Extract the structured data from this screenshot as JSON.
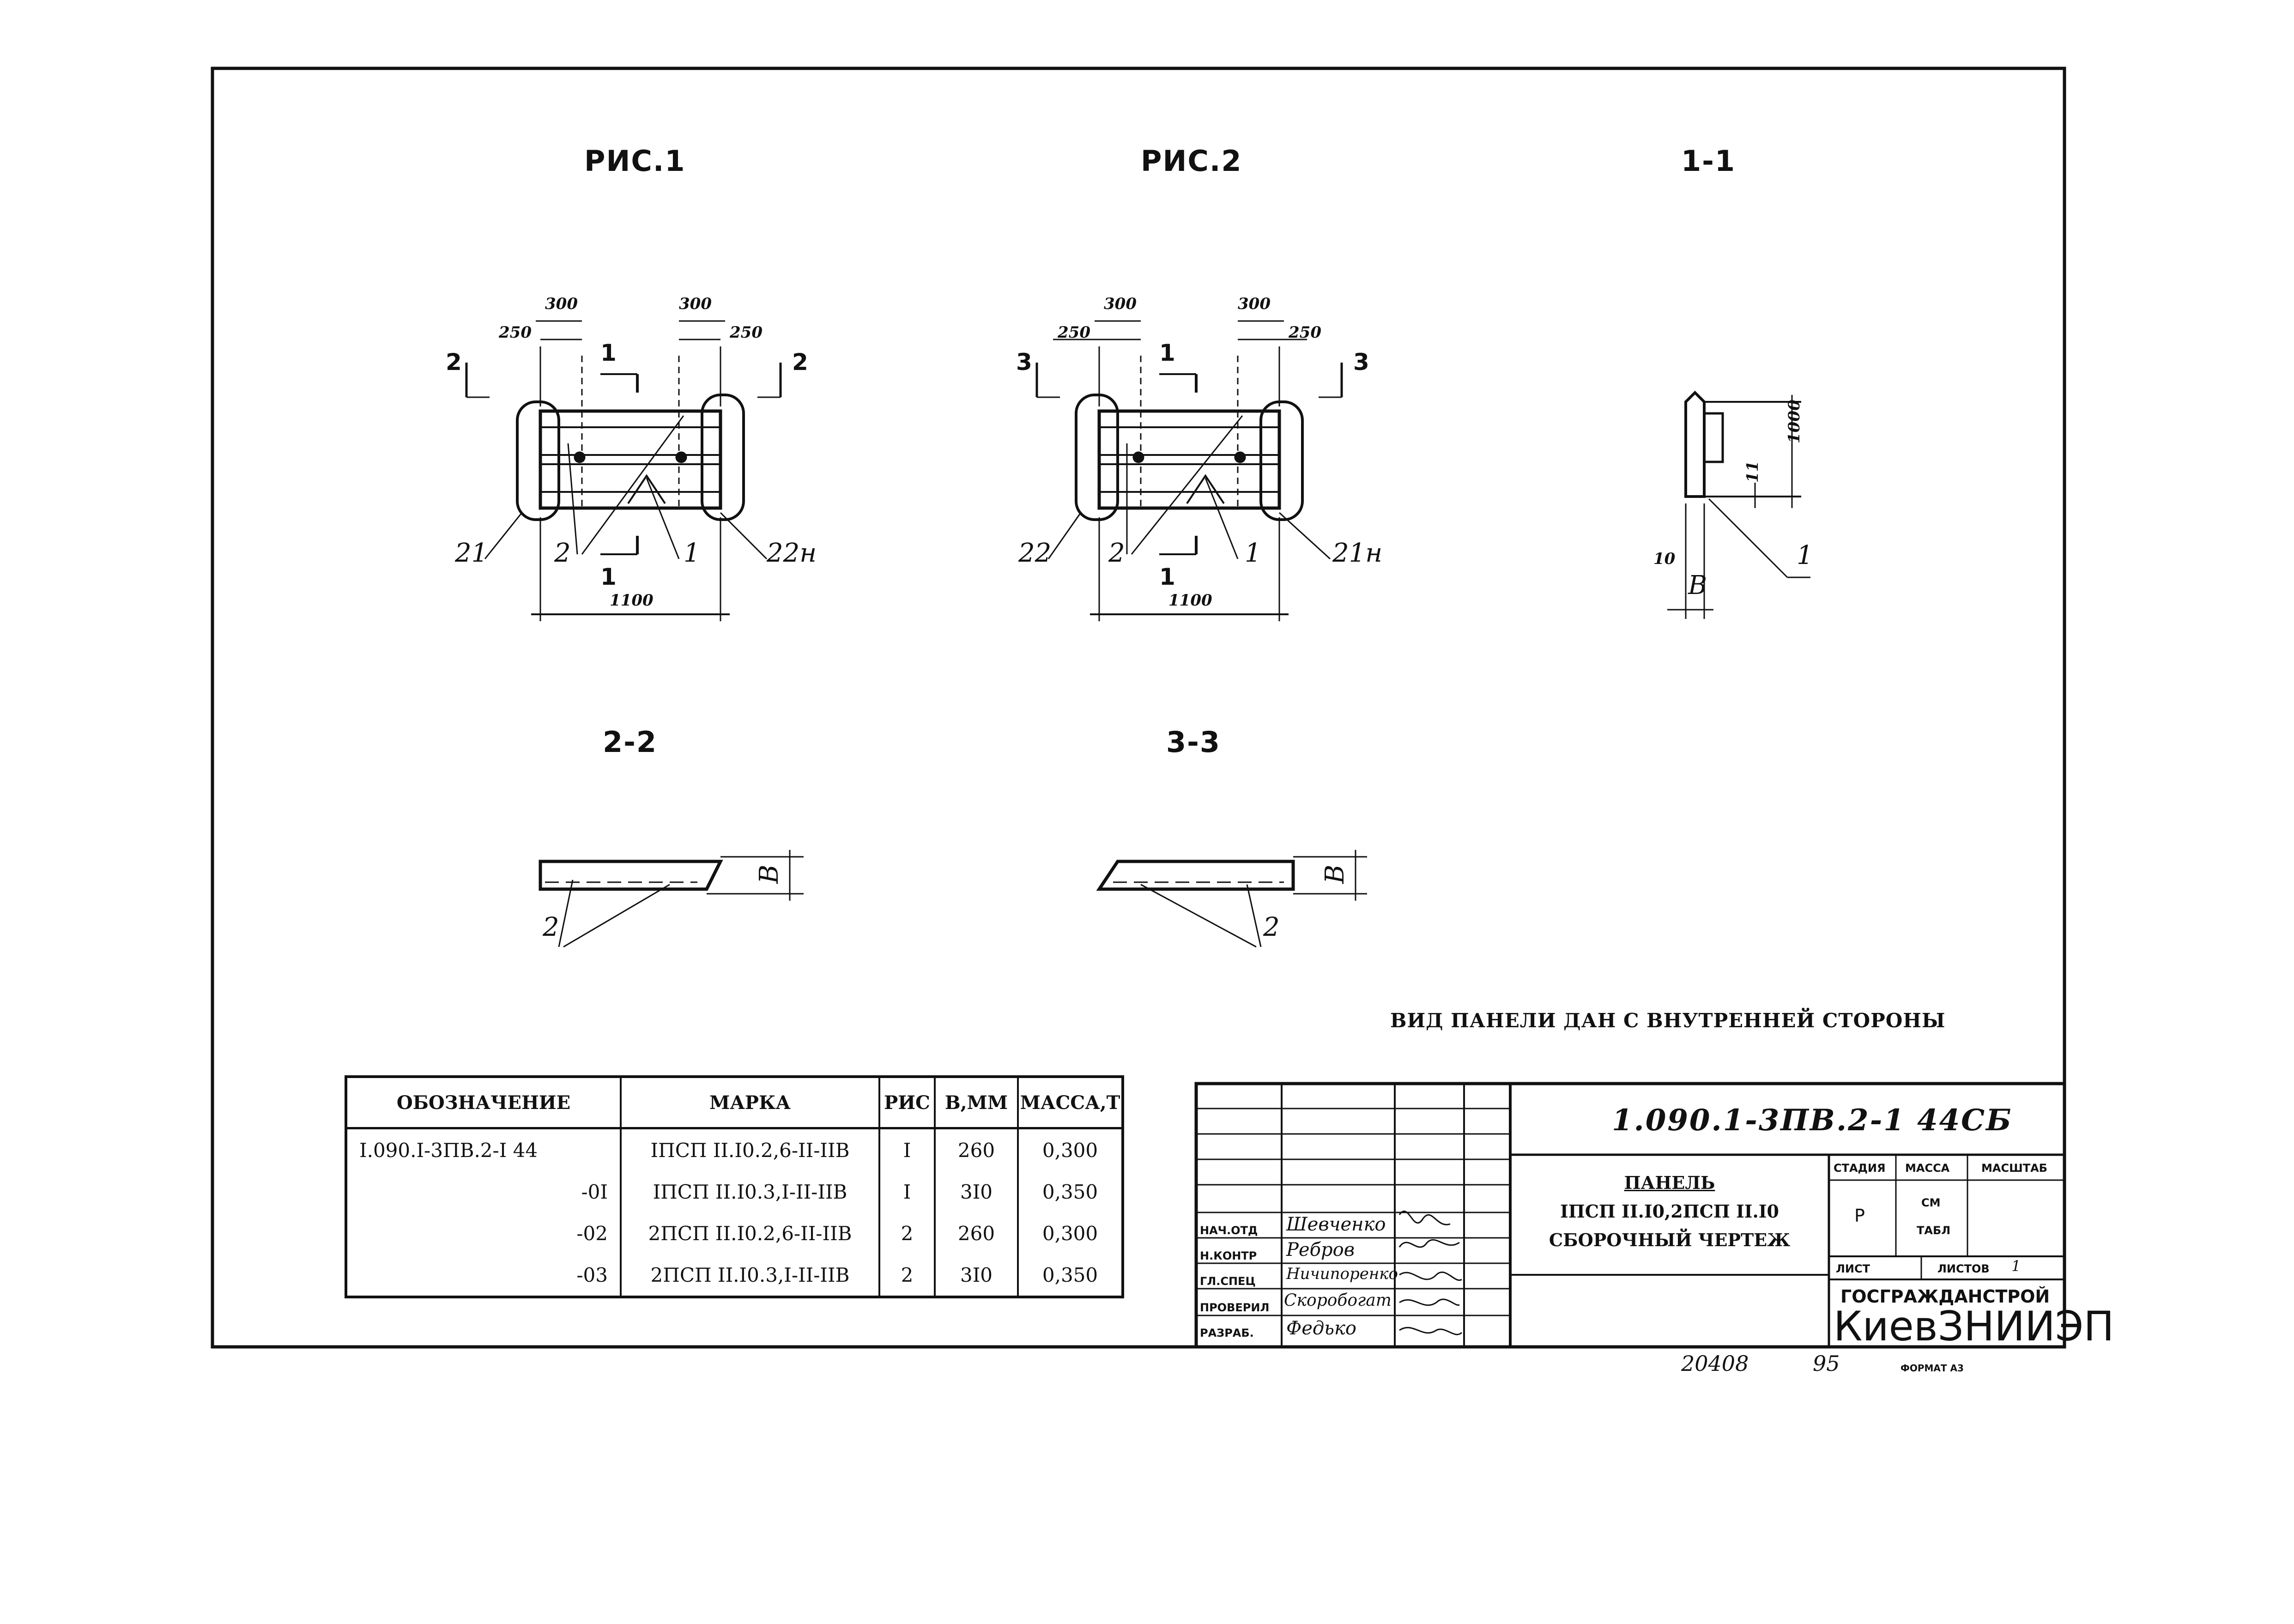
{
  "figures": {
    "fig1_title": "РИС.1",
    "fig2_title": "РИС.2",
    "sec11_title": "1-1",
    "sec22_title": "2-2",
    "sec33_title": "3-3"
  },
  "fig1": {
    "dim_300_left": "300",
    "dim_300_right": "300",
    "dim_250_left": "250",
    "dim_250_right": "250",
    "dim_1100": "1100",
    "cut_2_left": "2",
    "cut_2_right": "2",
    "cut_1_top": "1",
    "cut_1_bottom": "1",
    "label_21": "21",
    "label_2": "2",
    "label_1": "1",
    "label_22n": "22н"
  },
  "fig2": {
    "dim_300_left": "300",
    "dim_300_right": "300",
    "dim_250_left": "250",
    "dim_250_right": "250",
    "dim_1100": "1100",
    "cut_3_left": "3",
    "cut_3_right": "3",
    "cut_1_top": "1",
    "cut_1_bottom": "1",
    "label_22": "22",
    "label_2": "2",
    "label_1": "1",
    "label_21n": "21н"
  },
  "sec11": {
    "dim_1000": "1000",
    "dim_11": "11",
    "dim_10": "10",
    "dim_B": "В",
    "label_1": "1"
  },
  "sec22": {
    "dim_B": "В",
    "label_2": "2"
  },
  "sec33": {
    "dim_B": "В",
    "label_2": "2"
  },
  "note": "ВИД ПАНЕЛИ ДАН С ВНУТРЕННЕЙ СТОРОНЫ",
  "spec_table": {
    "headers": [
      "ОБОЗНАЧЕНИЕ",
      "МАРКА",
      "РИС",
      "В,ММ",
      "МАССА,Т"
    ],
    "rows": [
      [
        "I.090.I-3ПВ.2-I 44",
        "IПСП II.I0.2,6-II-IIВ",
        "I",
        "260",
        "0,300"
      ],
      [
        "-0I",
        "IПСП II.I0.3,I-II-IIВ",
        "I",
        "3I0",
        "0,350"
      ],
      [
        "-02",
        "2ПСП II.I0.2,6-II-IIВ",
        "2",
        "260",
        "0,300"
      ],
      [
        "-03",
        "2ПСП II.I0.3,I-II-IIВ",
        "2",
        "3I0",
        "0,350"
      ]
    ]
  },
  "stamp": {
    "designation": "1.090.1-3ПВ.2-1 44СБ",
    "title_line1": "ПАНЕЛЬ",
    "title_line2": "IПСП II.I0,2ПСП II.I0",
    "title_line3": "СБОРОЧНЫЙ ЧЕРТЕЖ",
    "col_stage": "СТАДИЯ",
    "col_mass": "МАССА",
    "col_scale": "МАСШТАБ",
    "stage_value": "Р",
    "mass_value_1": "СМ",
    "mass_value_2": "ТАБЛ",
    "sheet_label": "ЛИСТ",
    "sheets_label": "ЛИСТОВ",
    "sheets_value": "1",
    "org_top": "ГОСГРАЖДАНСТРОЙ",
    "org_main": "КиевЗНИИЭП",
    "roles": [
      {
        "role": "НАЧ.ОТД",
        "name": "Шевченко"
      },
      {
        "role": "Н.КОНТР",
        "name": "Ребров"
      },
      {
        "role": "ГЛ.СПЕЦ",
        "name": "Ничипоренко"
      },
      {
        "role": "ПРОВЕРИЛ",
        "name": "Скоробогат"
      },
      {
        "role": "РАЗРАБ.",
        "name": "Федько"
      }
    ]
  },
  "footer": {
    "inventory": "20408",
    "page": "95",
    "format": "ФОРМАТ А3"
  }
}
